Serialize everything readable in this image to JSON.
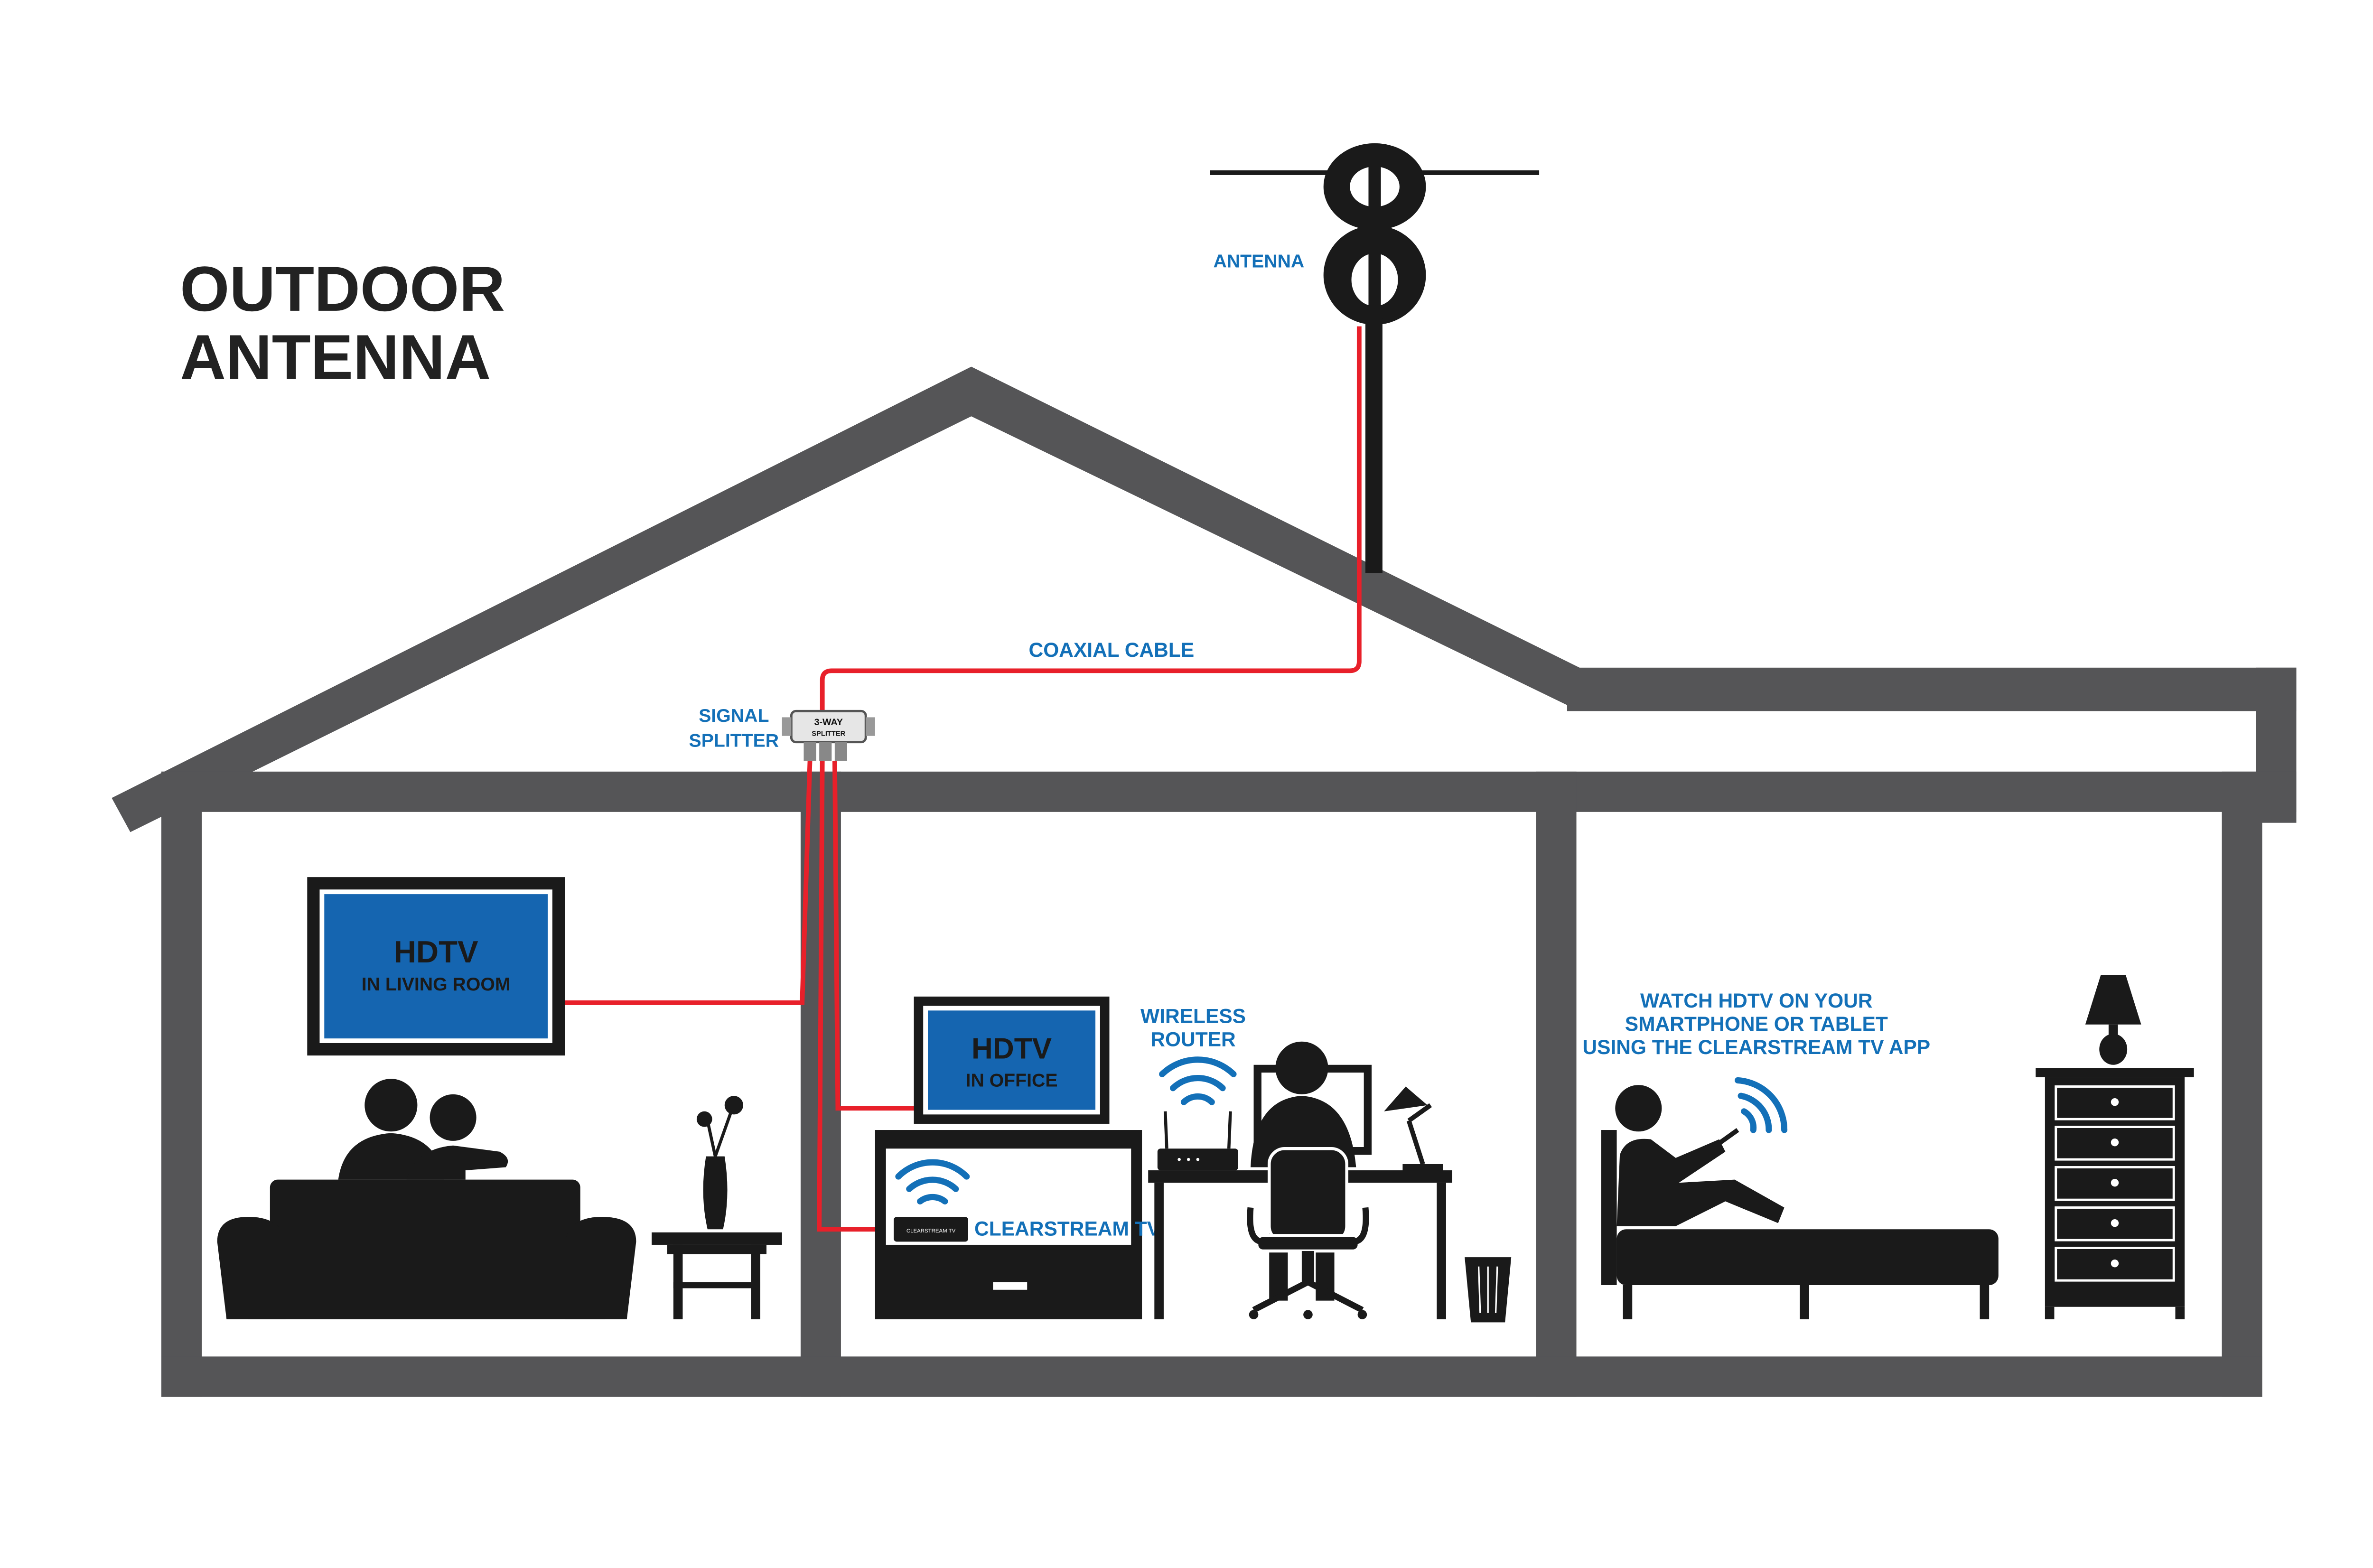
{
  "title": {
    "line1": "OUTDOOR",
    "line2": "ANTENNA"
  },
  "labels": {
    "antenna": "ANTENNA",
    "coaxial_cable": "COAXIAL CABLE",
    "signal_splitter_line1": "SIGNAL",
    "signal_splitter_line2": "SPLITTER",
    "splitter_face_line1": "3-WAY",
    "splitter_face_line2": "SPLITTER",
    "hdtv_living": "HDTV",
    "hdtv_living_sub": "IN LIVING ROOM",
    "hdtv_office": "HDTV",
    "hdtv_office_sub": "IN OFFICE",
    "wireless_router_line1": "WIRELESS",
    "wireless_router_line2": "ROUTER",
    "clearstream_tv": "CLEARSTREAM TV",
    "bedroom_line1": "WATCH HDTV ON YOUR",
    "bedroom_line2": "SMARTPHONE OR TABLET",
    "bedroom_line3": "USING THE CLEARSTREAM TV APP"
  },
  "colors": {
    "house": "#555557",
    "silhouette": "#1a1a1a",
    "cable": "#e8202a",
    "accent_blue": "#1370b8",
    "screen_blue": "#1565b0",
    "title_text": "#222222"
  },
  "icons": {
    "antenna": "antenna-icon",
    "splitter": "signal-splitter-icon",
    "router": "wireless-router-icon",
    "wifi": "wifi-signal-icon"
  }
}
